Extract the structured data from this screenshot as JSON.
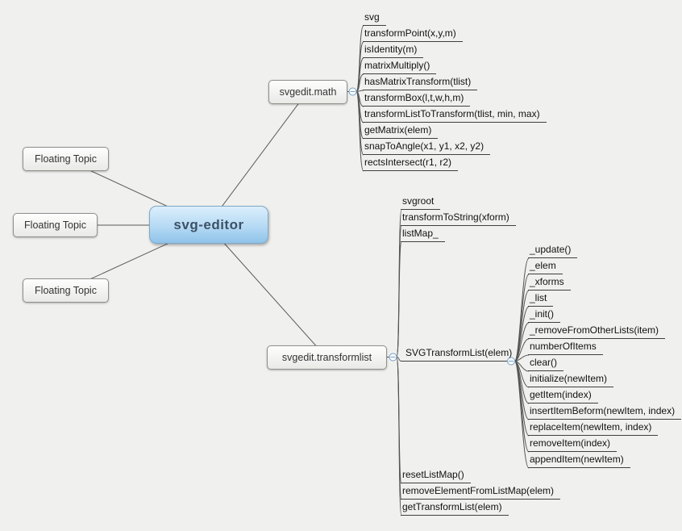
{
  "root": {
    "label": "svg-editor"
  },
  "floating": [
    "Floating Topic",
    "Floating Topic",
    "Floating Topic"
  ],
  "math": {
    "label": "svgedit.math",
    "children": [
      "svg",
      "transformPoint(x,y,m)",
      "isIdentity(m)",
      "matrixMultiply()",
      "hasMatrixTransform(tlist)",
      "transformBox(l,t,w,h,m)",
      "transformListToTransform(tlist, min, max)",
      "getMatrix(elem)",
      "snapToAngle(x1, y1, x2, y2)",
      "rectsIntersect(r1, r2)"
    ]
  },
  "transformlist": {
    "label": "svgedit.transformlist",
    "children_top": [
      "svgroot",
      "transformToString(xform)",
      "listMap_"
    ],
    "sublist": {
      "label": "SVGTransformList(elem)",
      "children": [
        "_update()",
        "_elem",
        "_xforms",
        "_list",
        "_init()",
        "_removeFromOtherLists(item)",
        "numberOfItems",
        "clear()",
        "initialize(newItem)",
        "getItem(index)",
        "insertItemBeform(newItem, index)",
        "replaceItem(newItem, index)",
        "removeItem(index)",
        "appendItem(newItem)"
      ]
    },
    "children_bottom": [
      "resetListMap()",
      "removeElementFromListMap(elem)",
      "getTransformList(elem)"
    ]
  },
  "colors": {
    "background": "#f0f0ee",
    "central_topic_fill": "#8fc3ea",
    "central_topic_text": "#3d5166",
    "topic_border": "#8f8f8d",
    "connector_line": "#5a5a5a",
    "underline": "#3f3f3f",
    "collapse_icon": "#6f9fc8"
  }
}
